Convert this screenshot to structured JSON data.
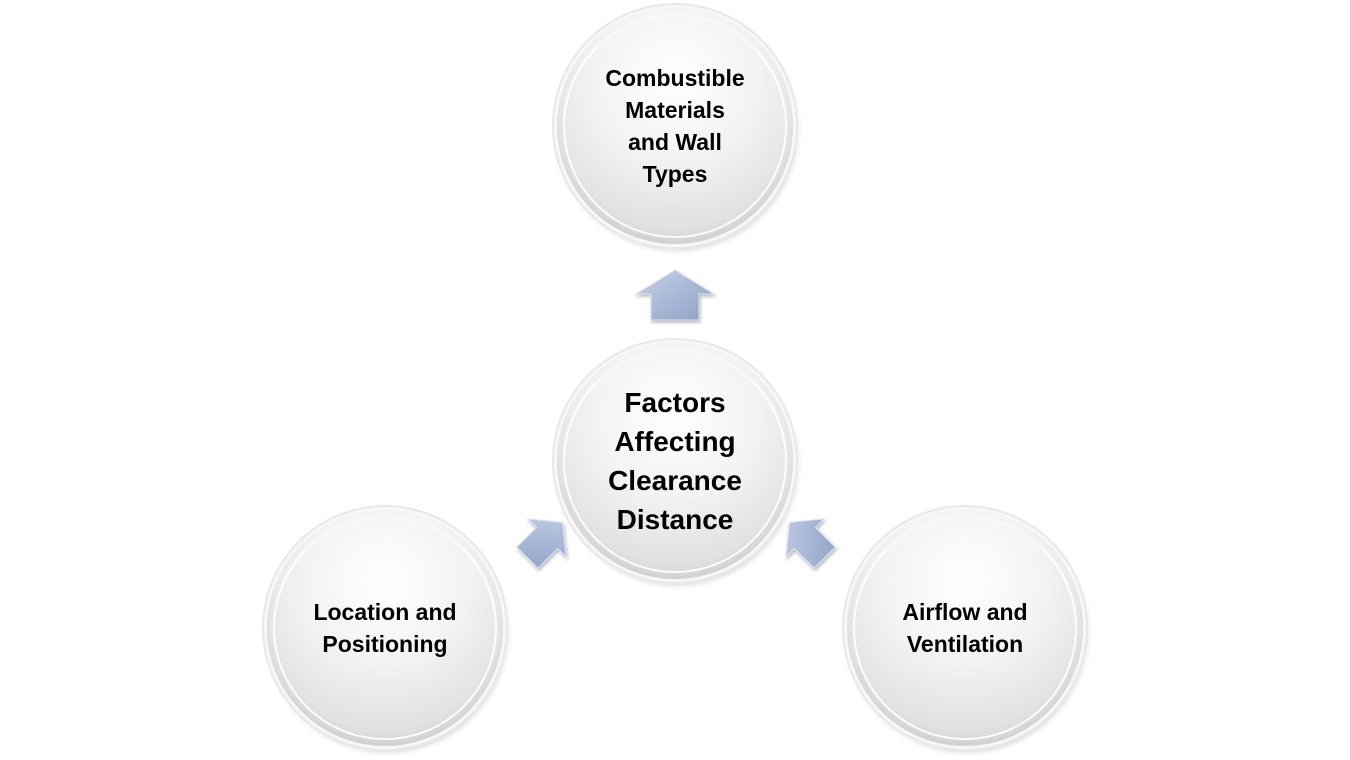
{
  "diagram": {
    "type": "radial-cycle",
    "center": {
      "label": "Factors Affecting Clearance Distance"
    },
    "nodes": [
      {
        "id": "top",
        "label": "Combustible Materials and Wall Types",
        "direction": "up"
      },
      {
        "id": "left",
        "label": "Location and Positioning",
        "direction": "down-left"
      },
      {
        "id": "right",
        "label": "Airflow and Ventilation",
        "direction": "down-right"
      }
    ],
    "colors": {
      "node_fill": "#f0f0f0",
      "arrow_fill": "#a9b8d6",
      "text": "#000000"
    }
  }
}
